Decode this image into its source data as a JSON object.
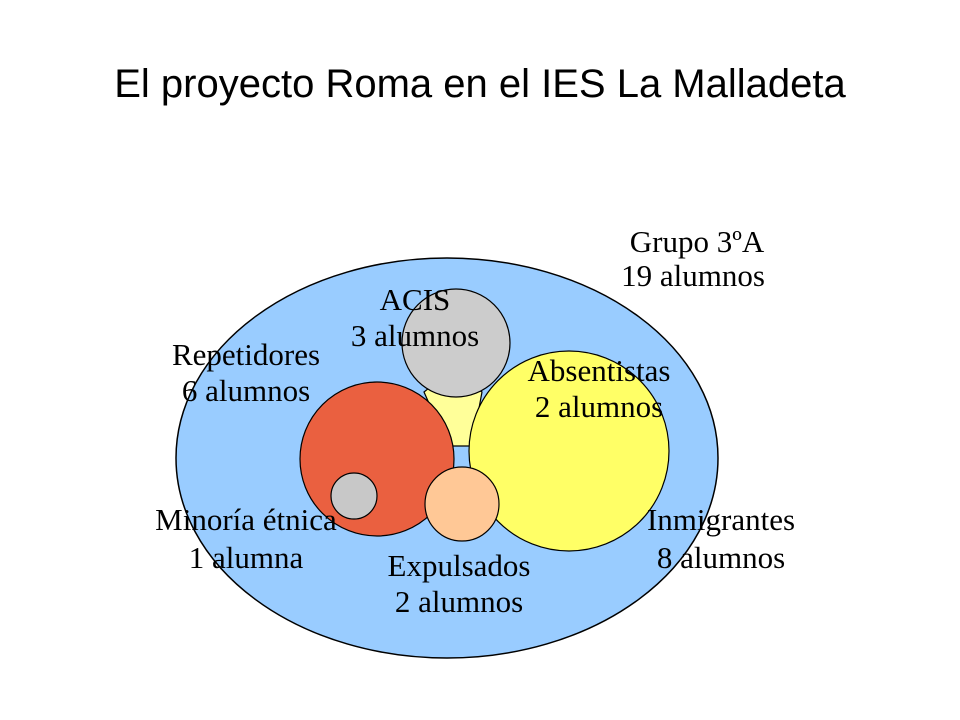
{
  "title": "El proyecto Roma en el IES La Malladeta",
  "colors": {
    "group": "#99ccff",
    "acis": "#cccccc",
    "central_lens": "#ffff99",
    "absentistas": "#ffff66",
    "repetidores": "#ea6040",
    "minoria": "#c8c8c8",
    "expulsados": "#ffc896",
    "outline": "#000000"
  },
  "groups": {
    "grupo": {
      "name": "Grupo 3ºA",
      "count": "19 alumnos"
    },
    "acis": {
      "name": "ACIS",
      "count": "3 alumnos"
    },
    "repetidores": {
      "name": "Repetidores",
      "count": "6 alumnos"
    },
    "absentistas": {
      "name": "Absentistas",
      "count": "2 alumnos"
    },
    "minoria": {
      "name": "Minoría étnica",
      "count": "1 alumna"
    },
    "expulsados": {
      "name": "Expulsados",
      "count": "2 alumnos"
    },
    "inmigrantes": {
      "name": "Inmigrantes",
      "count": "8 alumnos"
    }
  }
}
